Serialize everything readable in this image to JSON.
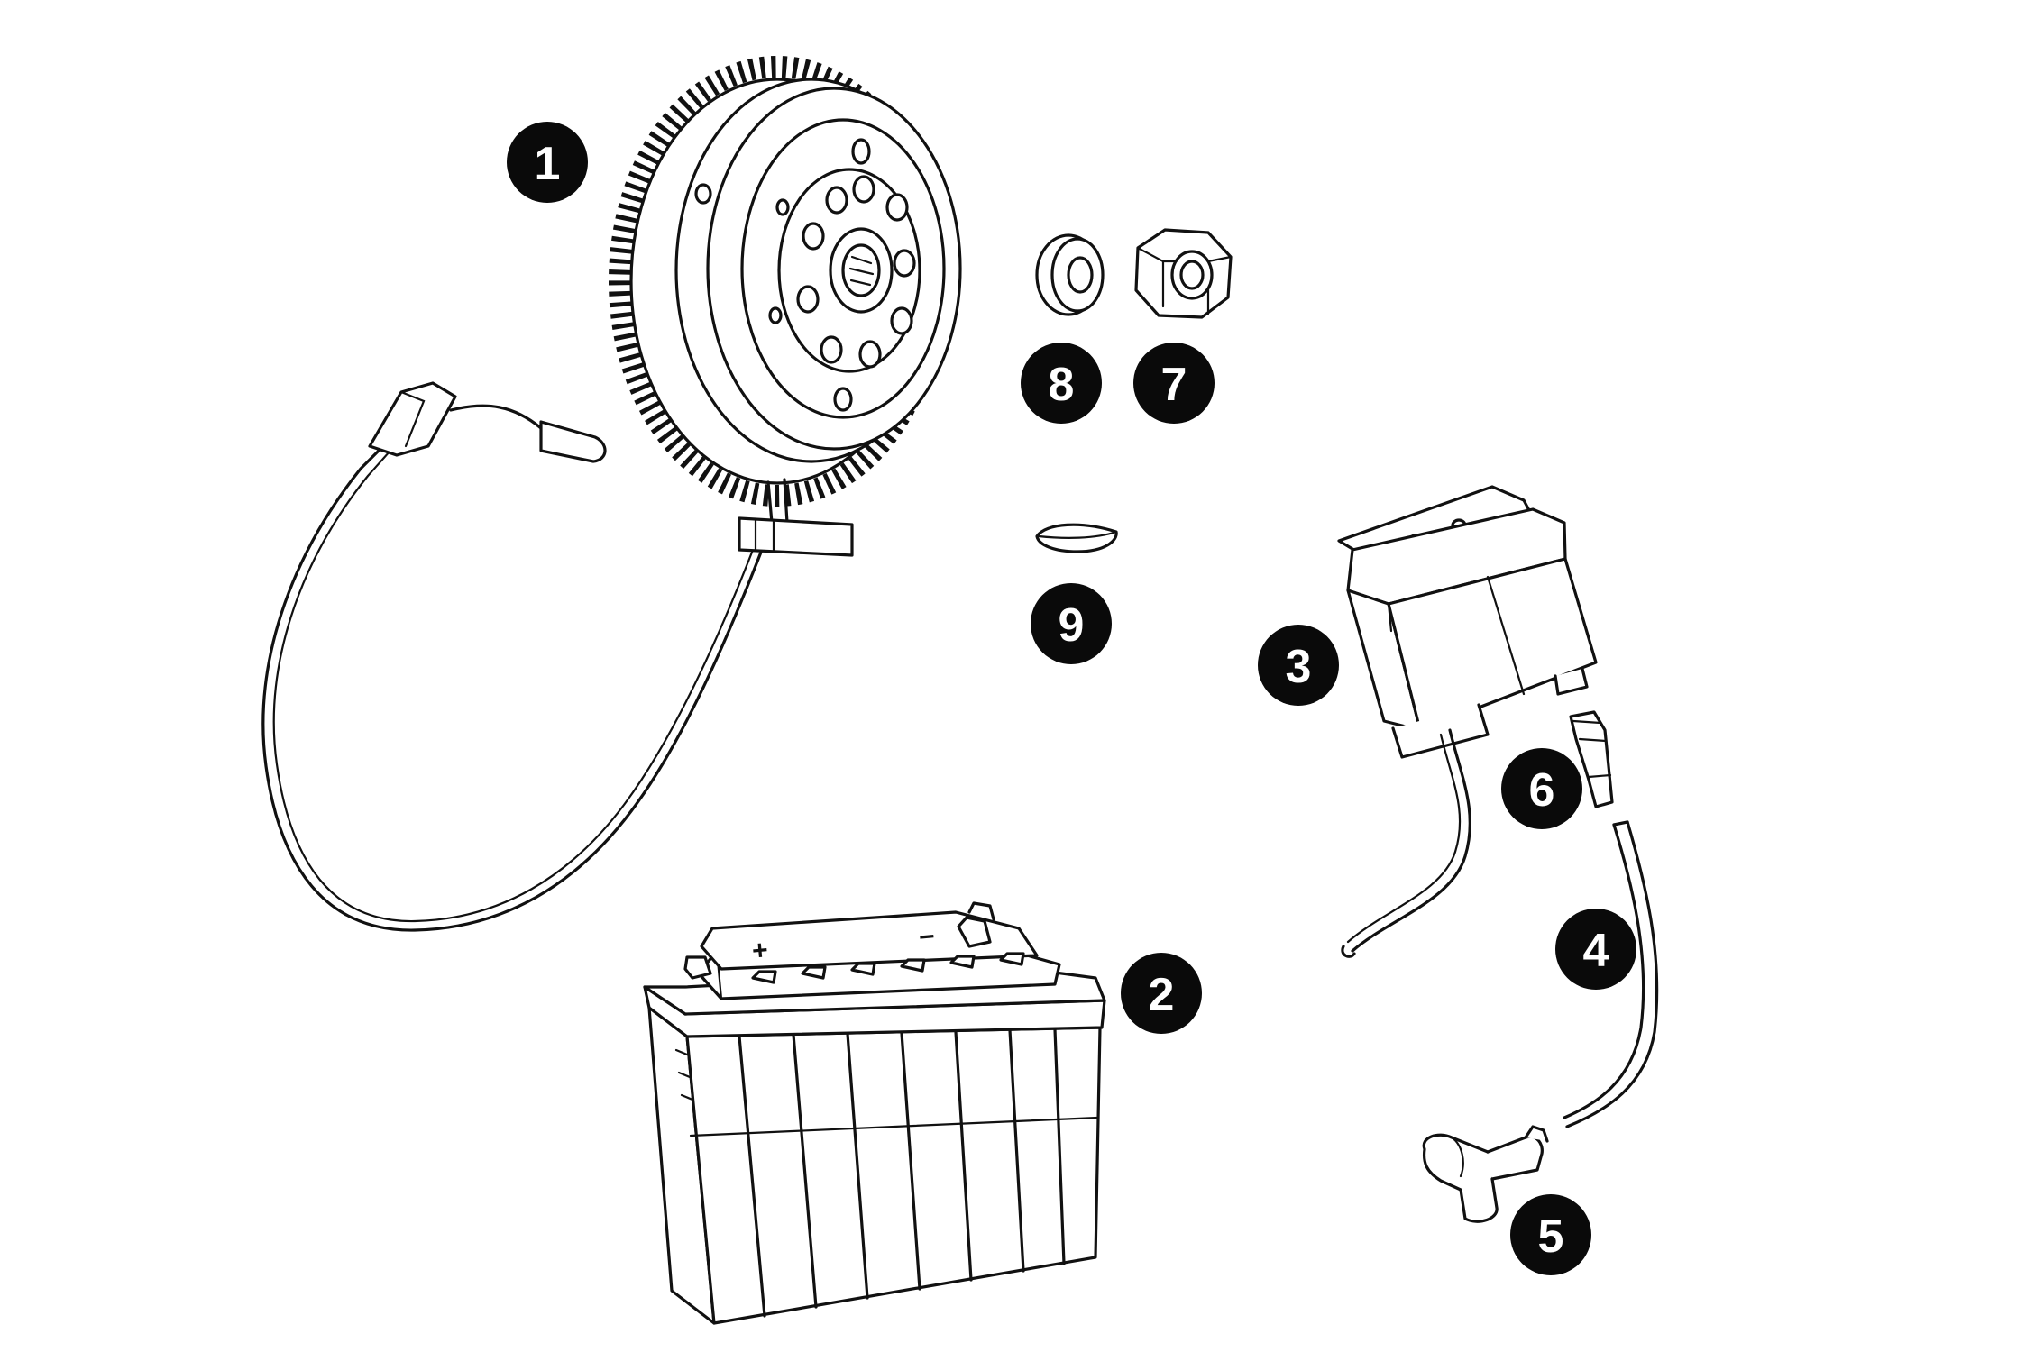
{
  "callouts": [
    {
      "id": "1",
      "label": "1"
    },
    {
      "id": "2",
      "label": "2"
    },
    {
      "id": "3",
      "label": "3"
    },
    {
      "id": "4",
      "label": "4"
    },
    {
      "id": "5",
      "label": "5"
    },
    {
      "id": "6",
      "label": "6"
    },
    {
      "id": "7",
      "label": "7"
    },
    {
      "id": "8",
      "label": "8"
    },
    {
      "id": "9",
      "label": "9"
    }
  ],
  "battery_markings": {
    "plus": "+",
    "minus": "−"
  },
  "colors": {
    "line": "#111111",
    "badge": "#0a0a0a",
    "badge_text": "#ffffff",
    "background": "#ffffff"
  }
}
